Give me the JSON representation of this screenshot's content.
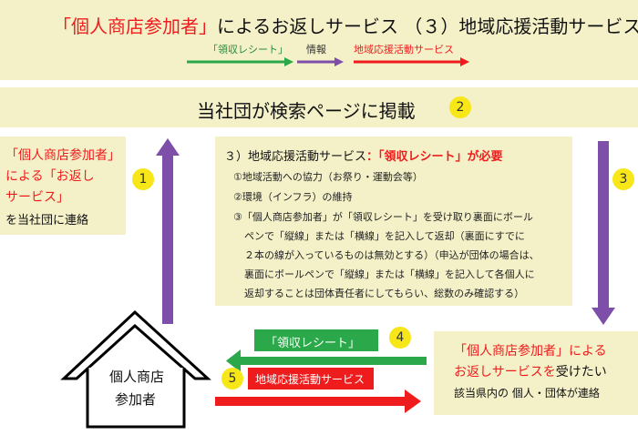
{
  "title": {
    "red_part": "「個人商店参加者」",
    "black_part": "によるお返しサービス （３）地域応援活動サービス"
  },
  "legend": {
    "receipt_label": "「領収レシート」",
    "info_label": "情報",
    "service_label": "地域応援活動サービス"
  },
  "banner": {
    "text": "当社団が検索ページに掲載",
    "step": "2"
  },
  "left_box": {
    "line1": "「個人商店参加者」",
    "line2": "による「お返し",
    "line3": "サービス」",
    "line4": "を当社団に連絡",
    "step": "1"
  },
  "center_box": {
    "heading_black": "３）地域応援活動サービス",
    "heading_red": "：「領収レシート」が必要",
    "items": [
      "①地域活動への協力（お祭り・運動会等）",
      "②環境（インフラ）の維持",
      "③「個人商店参加者」が「領収レシート」を受け取り裏面にボール",
      "ペンで「縦線」または「横線」を記入して返却（裏面にすでに",
      "２本の線が入っているものは無効とする）（申込が団体の場合は、",
      "裏面にボールペンで「縦線」または「横線」を記入して各個人に",
      "返却することは団体責任者にしてもらい、総数のみ確認する）"
    ]
  },
  "right_step": "3",
  "house": {
    "line1": "個人商店",
    "line2": "参加者"
  },
  "receipt_arrow": {
    "label": "「領収レシート」",
    "step": "4"
  },
  "service_arrow": {
    "label": "地域応援活動サービス",
    "step": "5"
  },
  "right_box": {
    "line1": "「個人商店参加者」による",
    "line2_red": "お返しサービスを",
    "line2_black": "受けたい",
    "line3": "該当県内の 個人・団体が連絡"
  },
  "colors": {
    "green": "#2aa84a",
    "purple": "#7d4fa8",
    "red": "#ee1c1c",
    "box_bg": "#f4f1c9",
    "step_yellow": "#f7e618"
  }
}
